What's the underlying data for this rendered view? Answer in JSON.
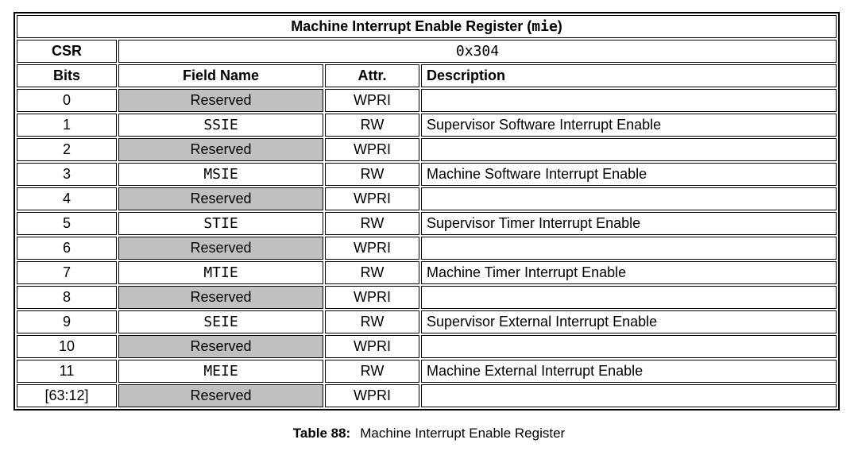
{
  "register_table": {
    "title": {
      "text_before_mono": "Machine Interrupt Enable Register (",
      "mono": "mie",
      "text_after_mono": ")"
    },
    "csr": {
      "label": "CSR",
      "value": "0x304"
    },
    "columns": {
      "bits": "Bits",
      "field_name": "Field Name",
      "attr": "Attr.",
      "description": "Description"
    },
    "rows": [
      {
        "bits": "0",
        "field": "Reserved",
        "attr": "WPRI",
        "description": "",
        "reserved": true
      },
      {
        "bits": "1",
        "field": "SSIE",
        "attr": "RW",
        "description": "Supervisor Software Interrupt Enable",
        "reserved": false
      },
      {
        "bits": "2",
        "field": "Reserved",
        "attr": "WPRI",
        "description": "",
        "reserved": true
      },
      {
        "bits": "3",
        "field": "MSIE",
        "attr": "RW",
        "description": "Machine Software Interrupt Enable",
        "reserved": false
      },
      {
        "bits": "4",
        "field": "Reserved",
        "attr": "WPRI",
        "description": "",
        "reserved": true
      },
      {
        "bits": "5",
        "field": "STIE",
        "attr": "RW",
        "description": "Supervisor Timer Interrupt Enable",
        "reserved": false
      },
      {
        "bits": "6",
        "field": "Reserved",
        "attr": "WPRI",
        "description": "",
        "reserved": true
      },
      {
        "bits": "7",
        "field": "MTIE",
        "attr": "RW",
        "description": "Machine Timer Interrupt Enable",
        "reserved": false
      },
      {
        "bits": "8",
        "field": "Reserved",
        "attr": "WPRI",
        "description": "",
        "reserved": true
      },
      {
        "bits": "9",
        "field": "SEIE",
        "attr": "RW",
        "description": "Supervisor External Interrupt Enable",
        "reserved": false
      },
      {
        "bits": "10",
        "field": "Reserved",
        "attr": "WPRI",
        "description": "",
        "reserved": true
      },
      {
        "bits": "11",
        "field": "MEIE",
        "attr": "RW",
        "description": "Machine External Interrupt Enable",
        "reserved": false
      },
      {
        "bits": "[63:12]",
        "field": "Reserved",
        "attr": "WPRI",
        "description": "",
        "reserved": true
      }
    ]
  },
  "caption": {
    "label": "Table 88:",
    "title": "Machine Interrupt Enable Register"
  },
  "colors": {
    "reserved_bg": "#c0c0c0",
    "border": "#000000",
    "page_bg": "#ffffff"
  }
}
